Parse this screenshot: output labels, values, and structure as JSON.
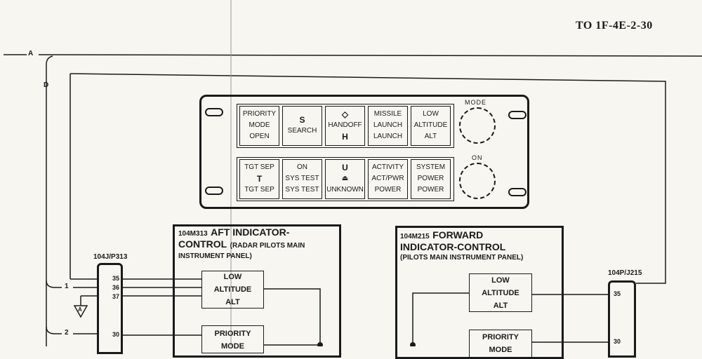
{
  "document_number": "TO 1F-4E-2-30",
  "wire_labels": {
    "a": "A",
    "d": "D",
    "one": "1",
    "two": "2",
    "ground": "A"
  },
  "panel": {
    "top_row": [
      {
        "lines": [
          "PRIORITY",
          "MODE",
          "OPEN"
        ]
      },
      {
        "lines": [
          "S",
          "SEARCH",
          ""
        ]
      },
      {
        "lines": [
          "◇",
          "HANDOFF",
          "H"
        ]
      },
      {
        "lines": [
          "MISSILE",
          "LAUNCH",
          "LAUNCH"
        ]
      },
      {
        "lines": [
          "LOW",
          "ALTITUDE",
          "ALT"
        ]
      }
    ],
    "bottom_row": [
      {
        "lines": [
          "TGT SEP",
          "T",
          "TGT SEP"
        ]
      },
      {
        "lines": [
          "ON",
          "SYS TEST",
          "SYS TEST"
        ]
      },
      {
        "lines": [
          "U",
          "⏏",
          "UNKNOWN"
        ]
      },
      {
        "lines": [
          "ACTIVITY",
          "ACT/PWR",
          "POWER"
        ]
      },
      {
        "lines": [
          "SYSTEM",
          "POWER",
          "POWER"
        ]
      }
    ],
    "knob_top_label": "MODE",
    "knob_bottom_label": "ON"
  },
  "aft_control": {
    "ref": "104M313",
    "title_line1": "AFT INDICATOR-",
    "title_line2": "CONTROL",
    "subtitle_a": "(RADAR PILOTS MAIN",
    "subtitle_b": "INSTRUMENT PANEL)",
    "indicator_low": [
      "LOW",
      "ALTITUDE",
      "ALT"
    ],
    "indicator_priority": [
      "PRIORITY",
      "MODE"
    ]
  },
  "forward_control": {
    "ref": "104M215",
    "title_line1": "FORWARD",
    "title_line2": "INDICATOR-CONTROL",
    "subtitle": "(PILOTS MAIN INSTRUMENT PANEL)",
    "indicator_low": [
      "LOW",
      "ALTITUDE",
      "ALT"
    ],
    "indicator_priority": [
      "PRIORITY",
      "MODE"
    ]
  },
  "connector_aft": {
    "label": "104J/P313",
    "pins": [
      "35",
      "36",
      "37",
      "30"
    ]
  },
  "connector_fwd": {
    "label": "104P/J215",
    "pins": [
      "35",
      "30"
    ]
  }
}
